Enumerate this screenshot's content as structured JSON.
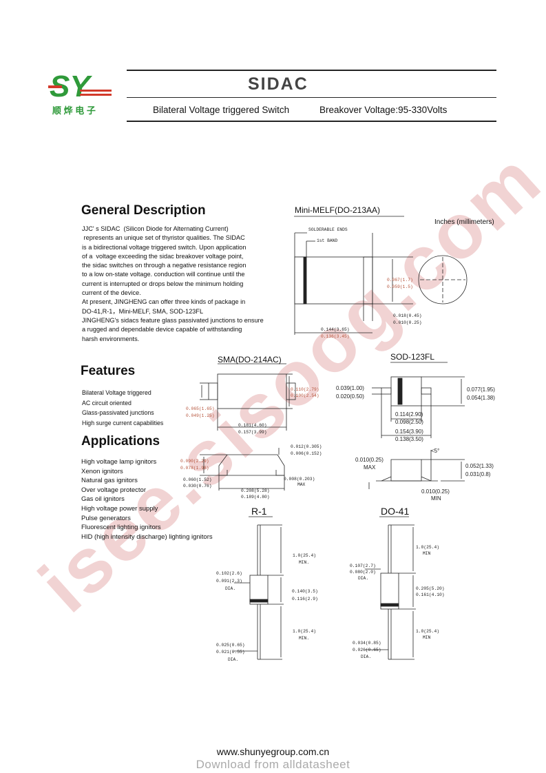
{
  "header": {
    "logo_letters": "SY",
    "logo_chinese": "顺 烨 电 子",
    "title": "SIDAC",
    "subtitle_left": "Bilateral Voltage triggered Switch",
    "subtitle_right": "Breakover Voltage:95-330Volts"
  },
  "general_description": {
    "heading": "General Description",
    "text": "JJC' s SIDAC  (Silicon Diode for Alternating Current)\n represents an unique set of thyristor qualities. The SIDAC\nis a bidirectional voltage triggered switch. Upon application\nof a  voltage exceeding the sidac breakover voltage point,\nthe sidac switches on through a negative resistance region\nto a low on-state voltage. conduction will continue until the\ncurrent is interrupted or drops below the minimum holding\ncurrent of the device.\nAt present, JINGHENG can offer three kinds of package in\nDO-41,R-1，Mini-MELF, SMA, SOD-123FL\nJINGHENG's sidacs feature glass passivated junctions to ensure\na rugged and dependable device capable of withstanding\nharsh environments."
  },
  "features": {
    "heading": "Features",
    "items": [
      "Bilateral Voltage triggered",
      "AC circuit oriented",
      "Glass-passivated junctions",
      "High surge current capabilities"
    ]
  },
  "applications": {
    "heading": "Applications",
    "items": [
      "High voltage lamp ignitors",
      "Xenon ignitors",
      "Natural gas ignitors",
      "Over voltage protector",
      "Gas oil ignitors",
      "High voltage power supply",
      "Pulse generators",
      "Fluorescent lighting ignitors",
      "HID (high intensity discharge) lighting ignitors"
    ]
  },
  "packages": {
    "minimelf": {
      "label": "Mini-MELF(DO-213AA)",
      "units": "Inches  (millimeters)",
      "solderable": "SOLDERABLE ENDS",
      "band": "1st BAND",
      "d_a1": "0.067(1.7)",
      "d_a2": "0.059(1.5)",
      "d_b1": "0.018(0.45)",
      "d_b2": "0.010(0.25)",
      "d_c1": "0.144(3.65)",
      "d_c2": "0.136(3.45)"
    },
    "sma": {
      "label": "SMA(DO-214AC)",
      "d1a": "0.110(2.79)",
      "d1b": "0.100(2.54)",
      "d2a": "0.065(1.65)",
      "d2b": "0.049(1.25)",
      "d3a": "0.181(4.60)",
      "d3b": "0.157(3.99)",
      "d4a": "0.012(0.305)",
      "d4b": "0.006(0.152)",
      "d5a": "0.090(2.29)",
      "d5b": "0.078(1.98)",
      "d6a": "0.060(1.52)",
      "d6b": "0.030(0.76)",
      "d7a": "0.008(0.203)",
      "d7b": "MAX",
      "d8a": "0.208(5.28)",
      "d8b": "0.189(4.80)"
    },
    "sod123": {
      "label": "SOD-123FL",
      "d1a": "0.039(1.00)",
      "d1b": "0.020(0.50)",
      "d2a": "0.077(1.95)",
      "d2b": "0.054(1.38)",
      "d3a": "0.114(2.90)",
      "d3b": "0.098(2.50)",
      "d4a": "0.154(3.90)",
      "d4b": "0.138(3.50)",
      "d5": "<5°",
      "d6a": "0.010(0.25)",
      "d6b": "MAX",
      "d7a": "0.052(1.33)",
      "d7b": "0.031(0.8)",
      "d8a": "0.010(0.25)",
      "d8b": "MIN"
    },
    "r1": {
      "label": "R-1",
      "d1a": "1.0(25.4)",
      "d1b": "MIN.",
      "d2a": "0.102(2.6)",
      "d2b": "0.091(2.3)",
      "d2c": "DIA.",
      "d3a": "0.140(3.5)",
      "d3b": "0.116(2.9)",
      "d4a": "1.0(25.4)",
      "d4b": "MIN.",
      "d5a": "0.025(0.65)",
      "d5b": "0.021(0.55)",
      "d5c": "DIA."
    },
    "do41": {
      "label": "DO-41",
      "d1a": "1.0(25.4)",
      "d1b": "MIN",
      "d2a": "0.107(2.7)",
      "d2b": "0.080(2.0)",
      "d2c": "DIA.",
      "d3a": "0.205(5.20)",
      "d3b": "0.161(4.10)",
      "d4a": "1.0(25.4)",
      "d4b": "MIN",
      "d5a": "0.034(0.85)",
      "d5b": "0.026(0.65)",
      "d5c": "DIA."
    }
  },
  "watermark": "isee.sisoog.com",
  "footer": {
    "url": "www.shunyegroup.com.cn",
    "download": "Download from alldatasheet"
  },
  "colors": {
    "logo_green": "#2f9a3a",
    "logo_red": "#d23a2a",
    "watermark": "#de9696"
  }
}
